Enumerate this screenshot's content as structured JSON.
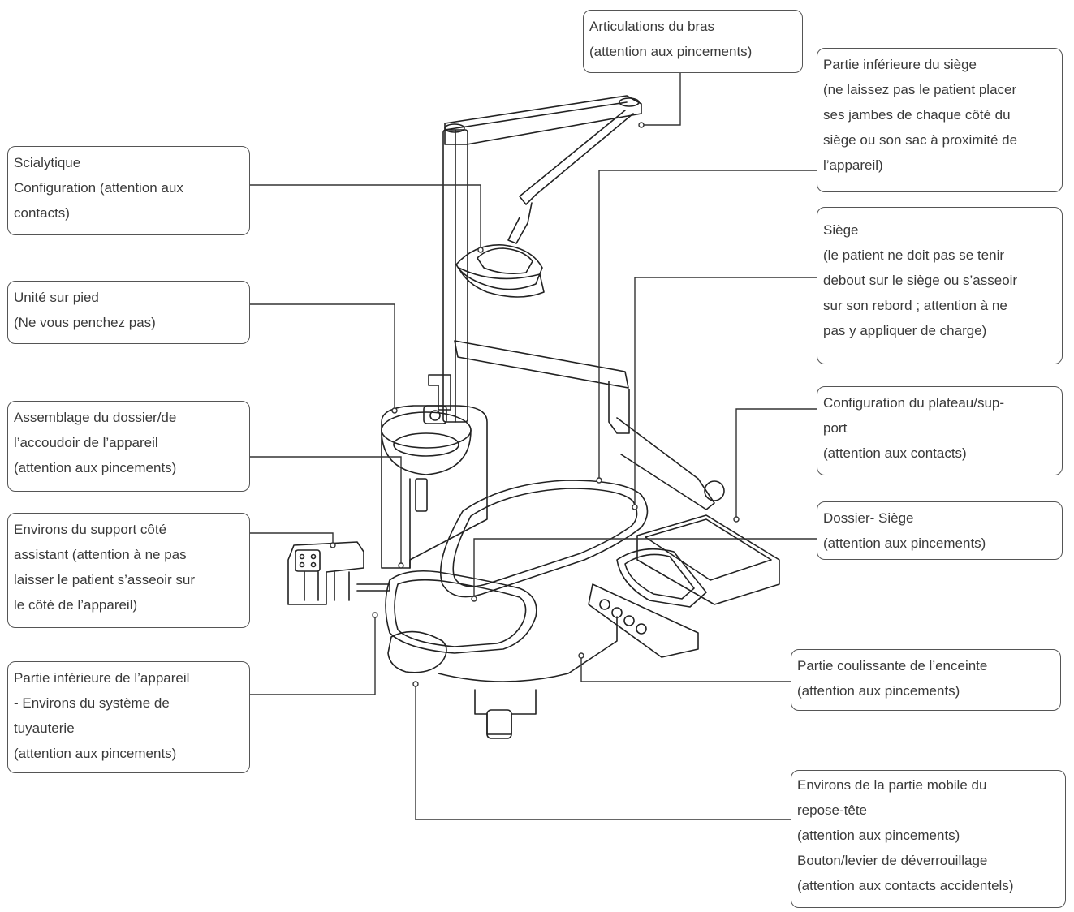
{
  "callouts": {
    "arm_joints": {
      "lines": [
        "Articulations du bras",
        "(attention aux pincements)"
      ]
    },
    "seat_lower": {
      "lines": [
        "Partie inférieure du siège",
        "(ne laissez pas le patient placer",
        "ses jambes de chaque côté du",
        "siège ou son sac à proximité de",
        "l’appareil)"
      ]
    },
    "scialytique": {
      "lines": [
        "Scialytique",
        "Configuration (attention aux",
        "contacts)"
      ]
    },
    "seat": {
      "lines": [
        "Siège",
        "(le patient ne doit pas se tenir",
        "debout sur le siège ou s’asseoir",
        "sur son rebord ; attention à ne",
        "pas y appliquer de charge)"
      ]
    },
    "unit_stand": {
      "lines": [
        "Unité sur pied",
        "(Ne vous penchez pas)"
      ]
    },
    "backrest": {
      "lines": [
        "Assemblage du dossier/de",
        "l’accoudoir de l’appareil",
        "(attention aux pincements)"
      ]
    },
    "tray": {
      "lines": [
        " Configuration du plateau/sup-",
        "port",
        " (attention aux contacts)"
      ]
    },
    "assistant": {
      "lines": [
        "Environs du support côté",
        "assistant (attention à ne pas",
        "laisser le patient s’asseoir sur",
        "le côté de l’appareil)"
      ]
    },
    "backrest_seat": {
      "lines": [
        "Dossier- Siège",
        "(attention aux pincements)"
      ]
    },
    "lower_unit": {
      "lines": [
        " Partie inférieure de l’appareil",
        "- Environs du système de",
        "tuyauterie",
        " (attention aux pincements)"
      ]
    },
    "sliding": {
      "lines": [
        "Partie coulissante de l’enceinte",
        "(attention aux pincements)"
      ]
    },
    "headrest": {
      "lines": [
        "Environs de la partie mobile du",
        "repose-tête",
        "(attention aux pincements)",
        "Bouton/levier de déverrouillage",
        "(attention aux contacts accidentels)"
      ]
    }
  }
}
